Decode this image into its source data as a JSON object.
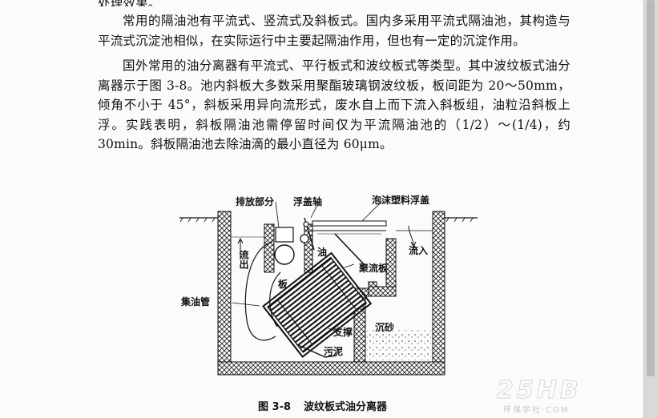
{
  "paragraphs": {
    "p0": "处理效果。",
    "p1": "常用的隔油池有平流式、竖流式及斜板式。国内多采用平流式隔油池，其构造与平流式沉淀池相似，在实际运行中主要起隔油作用，但也有一定的沉淀作用。",
    "p2": "国外常用的油分离器有平流式、平行板式和波纹板式等类型。其中波纹板式油分离器示于图 3-8。池内斜板大多数采用聚酯玻璃钢波纹板，板间距为 20～50mm，倾角不小于 45°，斜板采用异向流形式，废水自上而下流入斜板组，油粒沿斜板上浮。实践表明，斜板隔油池需停留时间仅为平流隔油池的（1/2）～(1/4)，约 30min。斜板隔油池去除油滴的最小直径为 60μm。"
  },
  "figure": {
    "labels": {
      "discharge": "排放部分",
      "float_shaft": "浮盖轴",
      "foam_cover": "泡沫塑料浮盖",
      "outflow": "流出",
      "oil": "油",
      "inflow": "流入",
      "collector": "聚流板",
      "plate": "板",
      "oil_pipe": "集油管",
      "support": "支撑",
      "sand": "沉砂",
      "sludge": "污泥"
    },
    "caption_number": "图 3-8",
    "caption_title": "波纹板式油分离器"
  },
  "watermark": {
    "text": "25HB",
    "subtext": "环保学社·COM"
  }
}
